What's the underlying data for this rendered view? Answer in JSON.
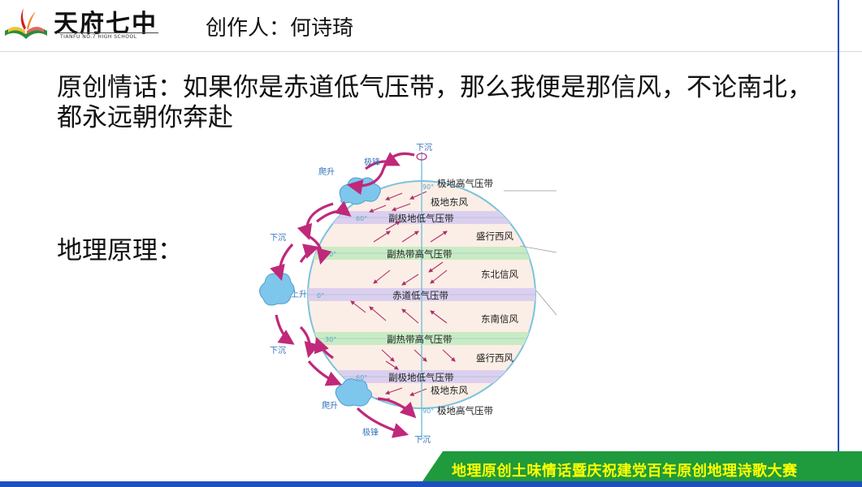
{
  "logo": {
    "title": "天府七中",
    "subtitle": "TIANFU NO.7 HIGH SCHOOL"
  },
  "author": "创作人：何诗琦",
  "poem": "原创情话：如果你是赤道低气压带，那么我便是那信风，不论南北，都永远朝你奔赴",
  "principle": "地理原理：",
  "banner": {
    "text": "地理原创土味情话暨庆祝建党百年原创地理诗歌大赛"
  },
  "colors": {
    "accent_blue": "#1e4fbf",
    "banner_green": "#1f9a3c",
    "banner_text": "#ffff00",
    "arrow_magenta": "#c0287a"
  },
  "diagram": {
    "belts": [
      "极地高气压带",
      "副极地低气压带",
      "副热带高气压带",
      "赤道低气压带",
      "副热带高气压带",
      "副极地低气压带",
      "极地高气压带"
    ],
    "winds": [
      "极地东风",
      "盛行西风",
      "东北信风",
      "东南信风",
      "盛行西风",
      "极地东风"
    ],
    "latitudes": [
      "90°",
      "60°",
      "30°",
      "0°",
      "30°",
      "60°",
      "90°"
    ],
    "labels": {
      "sink": "下沉",
      "rise": "上升",
      "climb": "爬升",
      "polar_front": "极锋"
    }
  }
}
